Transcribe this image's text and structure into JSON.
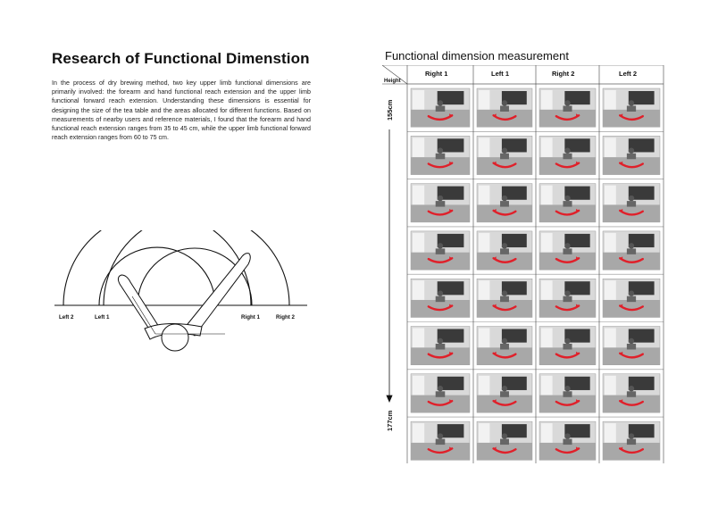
{
  "left": {
    "title": "Research of Functional Dimenstion",
    "body": "In the process of dry brewing method, two key upper limb functional dimensions are primarily involved: the forearm and hand functional reach extension and the upper limb functional forward reach extension. Understanding these dimensions is essential for designing the size of the tea table and the areas allocated for different functions. Based on measurements of nearby users and reference materials, I found that the forearm and hand functional reach extension ranges from 35 to 45 cm, while the upper limb functional forward reach extension ranges from 60 to 75 cm.",
    "diagram_labels": [
      "Left 2",
      "Left 1",
      "Right 1",
      "Right 2"
    ]
  },
  "right": {
    "title": "Functional dimension measurement",
    "corner_label": "Height",
    "columns": [
      "Right 1",
      "Left 1",
      "Right 2",
      "Left 2"
    ],
    "height_top": "155cm",
    "height_bottom": "177cm",
    "row_count": 8,
    "accent_color": "#e0202a"
  }
}
